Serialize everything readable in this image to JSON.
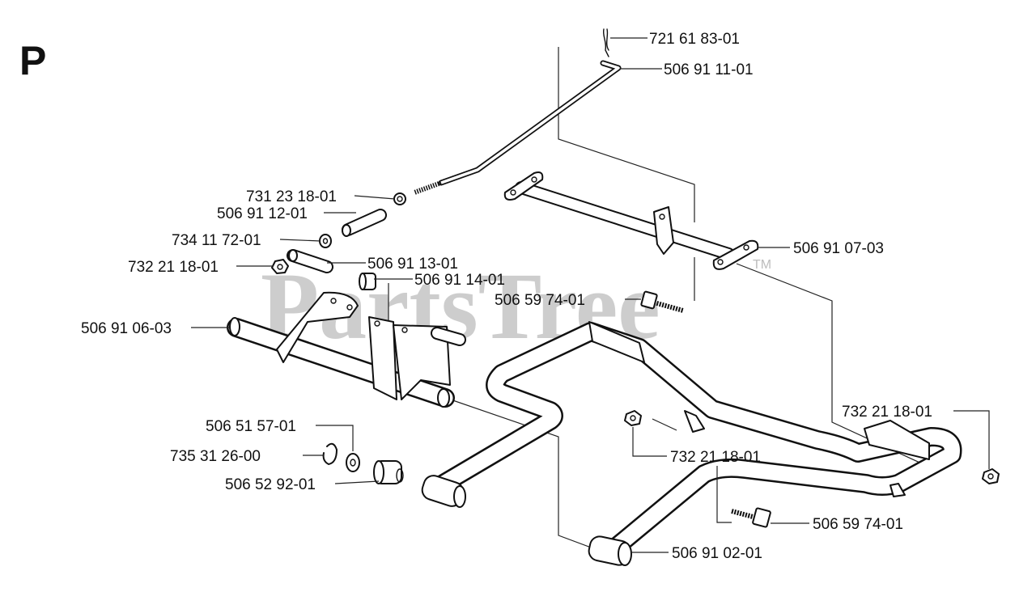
{
  "section_letter": "P",
  "watermark": {
    "text": "PartsTree",
    "trademark": "TM"
  },
  "part_labels": [
    "721 61 83-01",
    "506 91 11-01",
    "731 23 18-01",
    "506 91 12-01",
    "734 11 72-01",
    "732 21 18-01",
    "506 91 13-01",
    "506 91 14-01",
    "506 91 07-03",
    "506 59 74-01",
    "506 91 06-03",
    "732 21 18-01",
    "506 51 57-01",
    "735 31 26-00",
    "732 21 18-01",
    "506 52 92-01",
    "506 59 74-01",
    "506 91 02-01"
  ]
}
